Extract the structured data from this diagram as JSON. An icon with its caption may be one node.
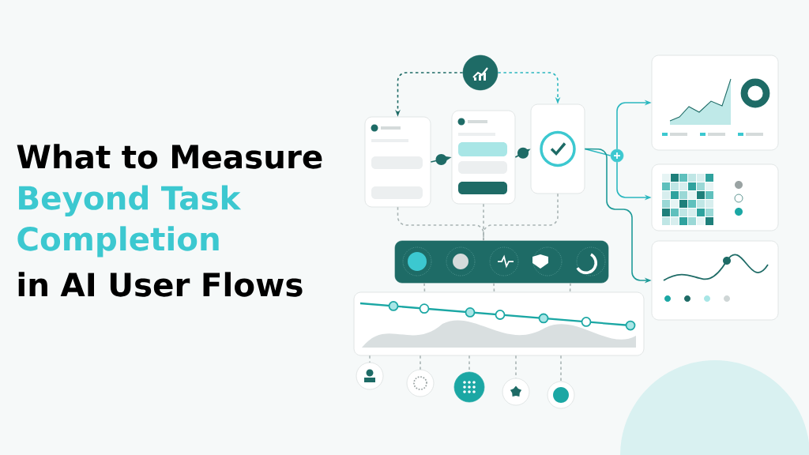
{
  "diagram": {
    "nodes": [
      {
        "text": [],
        "shape": "circle"
      },
      {
        "text": [],
        "shape": "box"
      },
      {
        "text": [],
        "shape": "box"
      },
      {
        "text": [],
        "shape": "box"
      },
      {
        "text": [],
        "shape": "box"
      },
      {
        "text": [],
        "shape": "box"
      },
      {
        "text": [],
        "shape": "box"
      },
      {
        "text": [],
        "shape": "circle"
      },
      {
        "text": [],
        "shape": "box"
      },
      {
        "text": [],
        "shape": "box"
      },
      {
        "text": [],
        "shape": "circle"
      },
      {
        "text": [],
        "shape": "circle"
      },
      {
        "text": [],
        "shape": "circle"
      },
      {
        "text": [],
        "shape": "circle"
      },
      {
        "text": [],
        "shape": "circle"
      }
    ],
    "edges": [
      {
        "from": 0,
        "to": 1,
        "arrow": "to",
        "style": "dashed",
        "color": "#1e6b66"
      },
      {
        "from": 0,
        "to": 3,
        "arrow": "to",
        "style": "dashed",
        "color": "#2bb7bf"
      },
      {
        "from": 1,
        "to": 2,
        "arrow": "to",
        "color": "#1e6b66"
      },
      {
        "from": 2,
        "to": 3,
        "arrow": "to",
        "color": "#1e6b66"
      },
      {
        "from": 3,
        "to": 7,
        "arrow": "none",
        "color": "#2bb7bf"
      },
      {
        "from": 7,
        "to": 4,
        "arrow": "to",
        "color": "#2bb7bf"
      },
      {
        "from": 7,
        "to": 5,
        "arrow": "to",
        "color": "#2bb7bf"
      },
      {
        "from": 3,
        "to": 6,
        "arrow": "to",
        "color": "#1e9a98"
      },
      {
        "from": 1,
        "to": 8,
        "arrow": "none",
        "style": "dashed"
      },
      {
        "from": 2,
        "to": 8,
        "arrow": "none",
        "style": "dashed"
      },
      {
        "from": 3,
        "to": 8,
        "arrow": "none",
        "style": "dashed"
      },
      {
        "from": 8,
        "to": 9,
        "arrow": "none",
        "style": "dashed"
      },
      {
        "from": 8,
        "to": 9,
        "arrow": "none",
        "style": "dashed"
      },
      {
        "from": 8,
        "to": 9,
        "arrow": "none",
        "style": "dashed"
      },
      {
        "from": 9,
        "to": 10,
        "arrow": "none",
        "style": "dashed"
      },
      {
        "from": 9,
        "to": 11,
        "arrow": "none",
        "style": "dashed"
      },
      {
        "from": 9,
        "to": 12,
        "arrow": "none",
        "style": "dashed"
      },
      {
        "from": 9,
        "to": 13,
        "arrow": "none",
        "style": "dashed"
      },
      {
        "from": 9,
        "to": 14,
        "arrow": "none",
        "style": "dashed"
      }
    ],
    "labels": [
      "What to Measure",
      "Beyond Task Completion",
      "in AI User Flows"
    ]
  }
}
